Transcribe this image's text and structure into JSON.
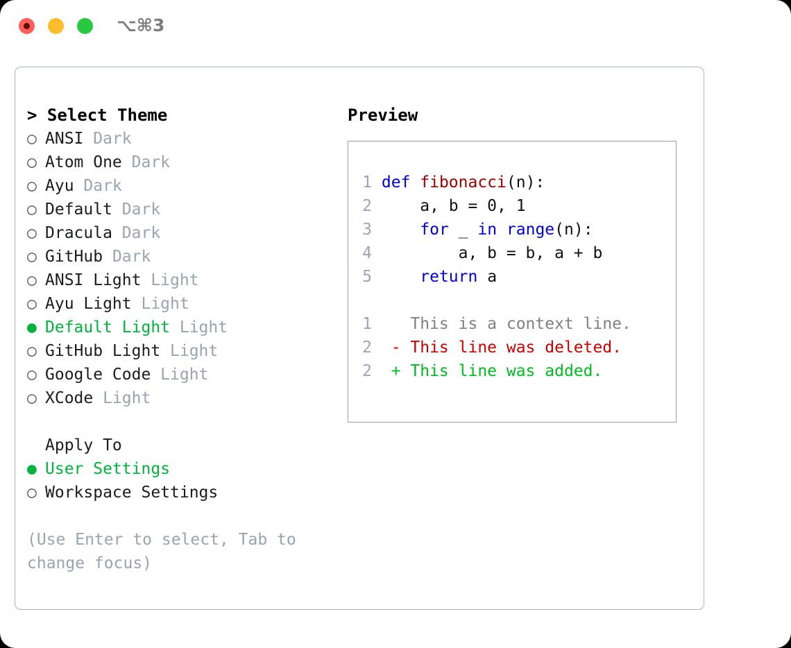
{
  "titlebar": {
    "shortcut": "⌥⌘3",
    "buttons": [
      {
        "name": "close",
        "color": "#ff5f57"
      },
      {
        "name": "minimize",
        "color": "#ffbd2e"
      },
      {
        "name": "maximize",
        "color": "#28c840"
      }
    ]
  },
  "theme_picker": {
    "heading": "> Select Theme",
    "items": [
      {
        "marker": "○",
        "label": "ANSI",
        "suffix": "Dark",
        "selected": false
      },
      {
        "marker": "○",
        "label": "Atom One",
        "suffix": "Dark",
        "selected": false
      },
      {
        "marker": "○",
        "label": "Ayu",
        "suffix": "Dark",
        "selected": false
      },
      {
        "marker": "○",
        "label": "Default",
        "suffix": "Dark",
        "selected": false
      },
      {
        "marker": "○",
        "label": "Dracula",
        "suffix": "Dark",
        "selected": false
      },
      {
        "marker": "○",
        "label": "GitHub",
        "suffix": "Dark",
        "selected": false
      },
      {
        "marker": "○",
        "label": "ANSI Light",
        "suffix": "Light",
        "selected": false
      },
      {
        "marker": "○",
        "label": "Ayu Light",
        "suffix": "Light",
        "selected": false
      },
      {
        "marker": "●",
        "label": "Default Light",
        "suffix": "Light",
        "selected": true
      },
      {
        "marker": "○",
        "label": "GitHub Light",
        "suffix": "Light",
        "selected": false
      },
      {
        "marker": "○",
        "label": "Google Code",
        "suffix": "Light",
        "selected": false
      },
      {
        "marker": "○",
        "label": "XCode",
        "suffix": "Light",
        "selected": false
      }
    ]
  },
  "apply_to": {
    "heading": "Apply To",
    "items": [
      {
        "marker": "●",
        "label": "User Settings",
        "selected": true
      },
      {
        "marker": "○",
        "label": "Workspace Settings",
        "selected": false
      }
    ]
  },
  "hint": "(Use Enter to select, Tab to change focus)",
  "preview": {
    "title": "Preview",
    "code_lines": [
      {
        "num": "1",
        "tokens": [
          {
            "t": "def ",
            "c": "kw"
          },
          {
            "t": "fibonacci",
            "c": "fn"
          },
          {
            "t": "(n):",
            "c": "plain"
          }
        ]
      },
      {
        "num": "2",
        "tokens": [
          {
            "t": "    a, b = 0, 1",
            "c": "plain"
          }
        ]
      },
      {
        "num": "3",
        "tokens": [
          {
            "t": "    ",
            "c": "plain"
          },
          {
            "t": "for",
            "c": "kw"
          },
          {
            "t": " _ ",
            "c": "plain"
          },
          {
            "t": "in",
            "c": "kw"
          },
          {
            "t": " ",
            "c": "plain"
          },
          {
            "t": "range",
            "c": "kw"
          },
          {
            "t": "(n):",
            "c": "plain"
          }
        ]
      },
      {
        "num": "4",
        "tokens": [
          {
            "t": "        a, b = b, a + b",
            "c": "plain"
          }
        ]
      },
      {
        "num": "5",
        "tokens": [
          {
            "t": "    ",
            "c": "plain"
          },
          {
            "t": "return",
            "c": "kw"
          },
          {
            "t": " a",
            "c": "plain"
          }
        ]
      }
    ],
    "diff_lines": [
      {
        "num": "1",
        "sign": "  ",
        "text": "This is a context line.",
        "kind": "ctx"
      },
      {
        "num": "2",
        "sign": "- ",
        "text": "This line was deleted.",
        "kind": "del"
      },
      {
        "num": "2",
        "sign": "+ ",
        "text": "This line was added.",
        "kind": "add"
      }
    ]
  },
  "colors": {
    "accent_green": "#00b33c",
    "muted": "#9aa3b0",
    "keyword": "#0000dd",
    "function": "#a00000",
    "diff_add": "#00bb22",
    "diff_del": "#cc0000",
    "border": "#aab3c2"
  }
}
